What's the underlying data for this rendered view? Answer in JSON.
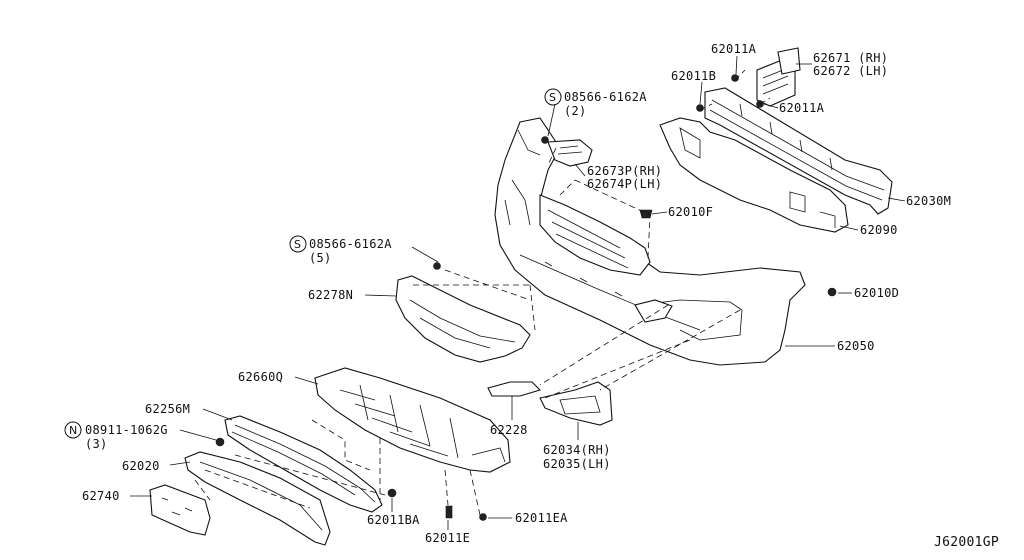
{
  "diagram": {
    "code": "J62001GP",
    "labels": {
      "p62011A_top": "62011A",
      "p62671": "62671 (RH)",
      "p62672": "62672 (LH)",
      "p62011B_top": "62011B",
      "p62011A_mid": "62011A",
      "p08566_top": "08566-6162A",
      "p08566_top_qty": "(2)",
      "p62673P": "62673P(RH)",
      "p62674P": "62674P(LH)",
      "p62030M": "62030M",
      "p62010F": "62010F",
      "p62090": "62090",
      "p08566_mid": "08566-6162A",
      "p08566_mid_qty": "(5)",
      "p62010D": "62010D",
      "p62278N": "62278N",
      "p62050": "62050",
      "p62660Q": "62660Q",
      "p62256M": "62256M",
      "p62228": "62228",
      "p08911": "08911-1062G",
      "p08911_qty": "(3)",
      "p62034": "62034(RH)",
      "p62035": "62035(LH)",
      "p62020": "62020",
      "p62740": "62740",
      "p62011BA": "62011BA",
      "p62011EA": "62011EA",
      "p62011E": "62011E"
    },
    "symbols": {
      "screw_top": "S",
      "screw_mid": "S",
      "nut": "N"
    }
  }
}
